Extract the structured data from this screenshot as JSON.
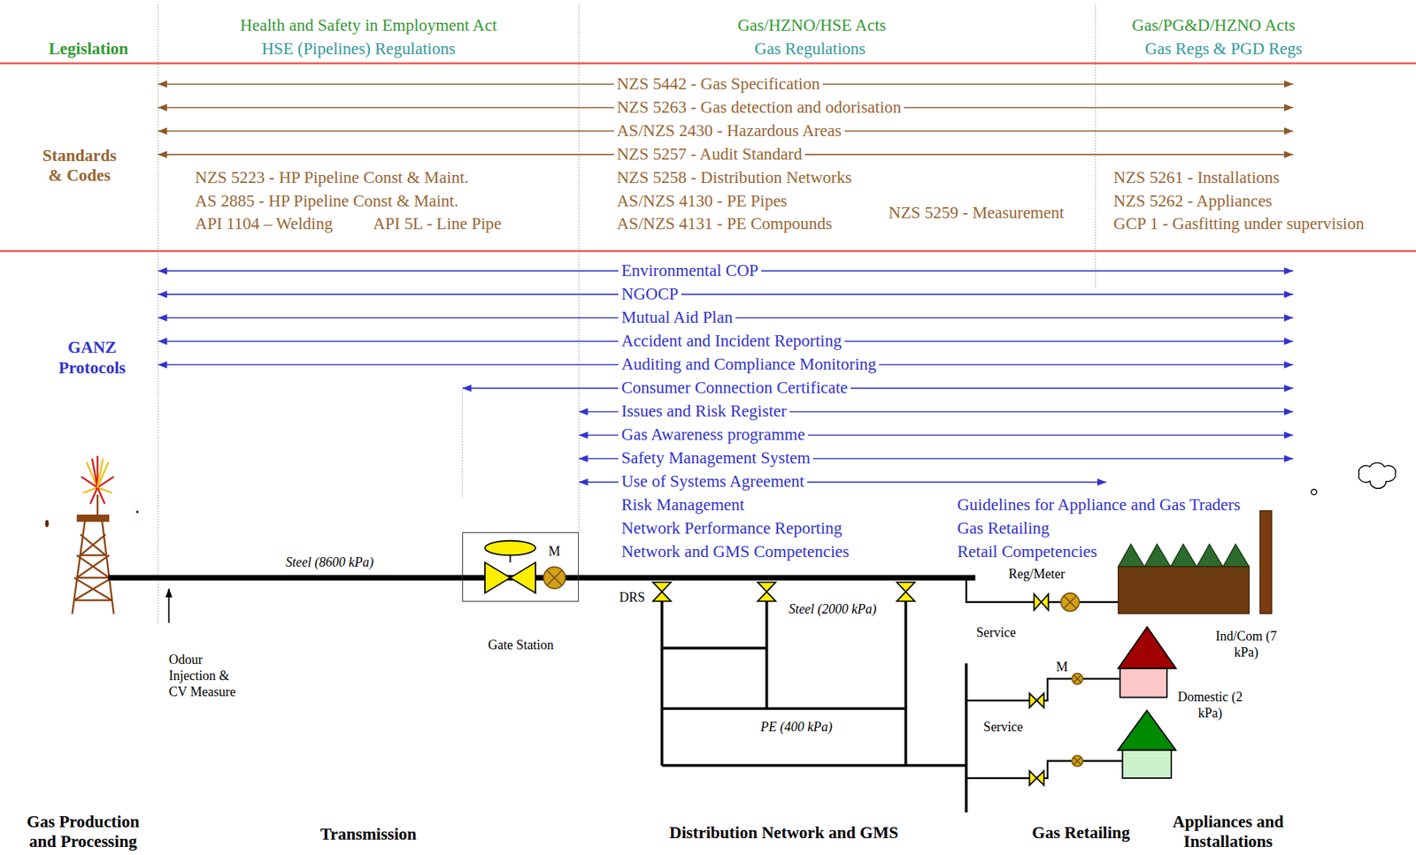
{
  "diagram": {
    "nodes": [
      {
        "text": [
          "M",
          "Gate Station"
        ]
      },
      {
        "text": [
          "Ind/Com (7 kPa)"
        ]
      },
      {
        "text": [
          "Domestic (2 kPa)"
        ]
      }
    ],
    "labels": [
      "Legislation",
      "Health and Safety in Employment Act",
      "HSE (Pipelines) Regulations",
      "Gas/HZNO/HSE Acts",
      "Gas Regulations",
      "Gas/PG&D/HZNO Acts",
      "Gas Regs & PGD Regs",
      "Standards & Codes",
      "NZS 5442 - Gas Specification",
      "NZS 5263 - Gas detection and odorisation",
      "AS/NZS 2430 - Hazardous Areas",
      "NZS 5257 - Audit Standard",
      "NZS 5223 - HP Pipeline Const & Maint.",
      "AS 2885 - HP Pipeline Const & Maint.",
      "API 1104 – Welding",
      "API 5L - Line Pipe",
      "NZS 5258 - Distribution Networks",
      "AS/NZS 4130 - PE Pipes",
      "AS/NZS 4131 - PE Compounds",
      "NZS 5259 - Measurement",
      "NZS 5261 - Installations",
      "NZS 5262 - Appliances",
      "GCP 1 - Gasfitting under supervision",
      "GANZ Protocols",
      "Environmental COP",
      "NGOCP",
      "Mutual Aid Plan",
      "Accident and Incident Reporting",
      "Auditing and Compliance Monitoring",
      "Consumer Connection Certificate",
      "Issues and Risk Register",
      "Gas Awareness programme",
      "Safety Management System",
      "Use of Systems Agreement",
      "Risk Management",
      "Network Performance Reporting",
      "Network and GMS Competencies",
      "Guidelines for Appliance and Gas Traders",
      "Gas Retailing",
      "Retail Competencies",
      "Steel (8600 kPa)",
      "Odour Injection & CV Measure",
      "DRS",
      "Steel (2000 kPa)",
      "PE (400 kPa)",
      "Reg/Meter",
      "Service",
      "Service",
      "M",
      "Gas Production and Processing",
      "Transmission",
      "Distribution Network and GMS",
      "Gas Retailing",
      "Appliances and Installations"
    ]
  }
}
